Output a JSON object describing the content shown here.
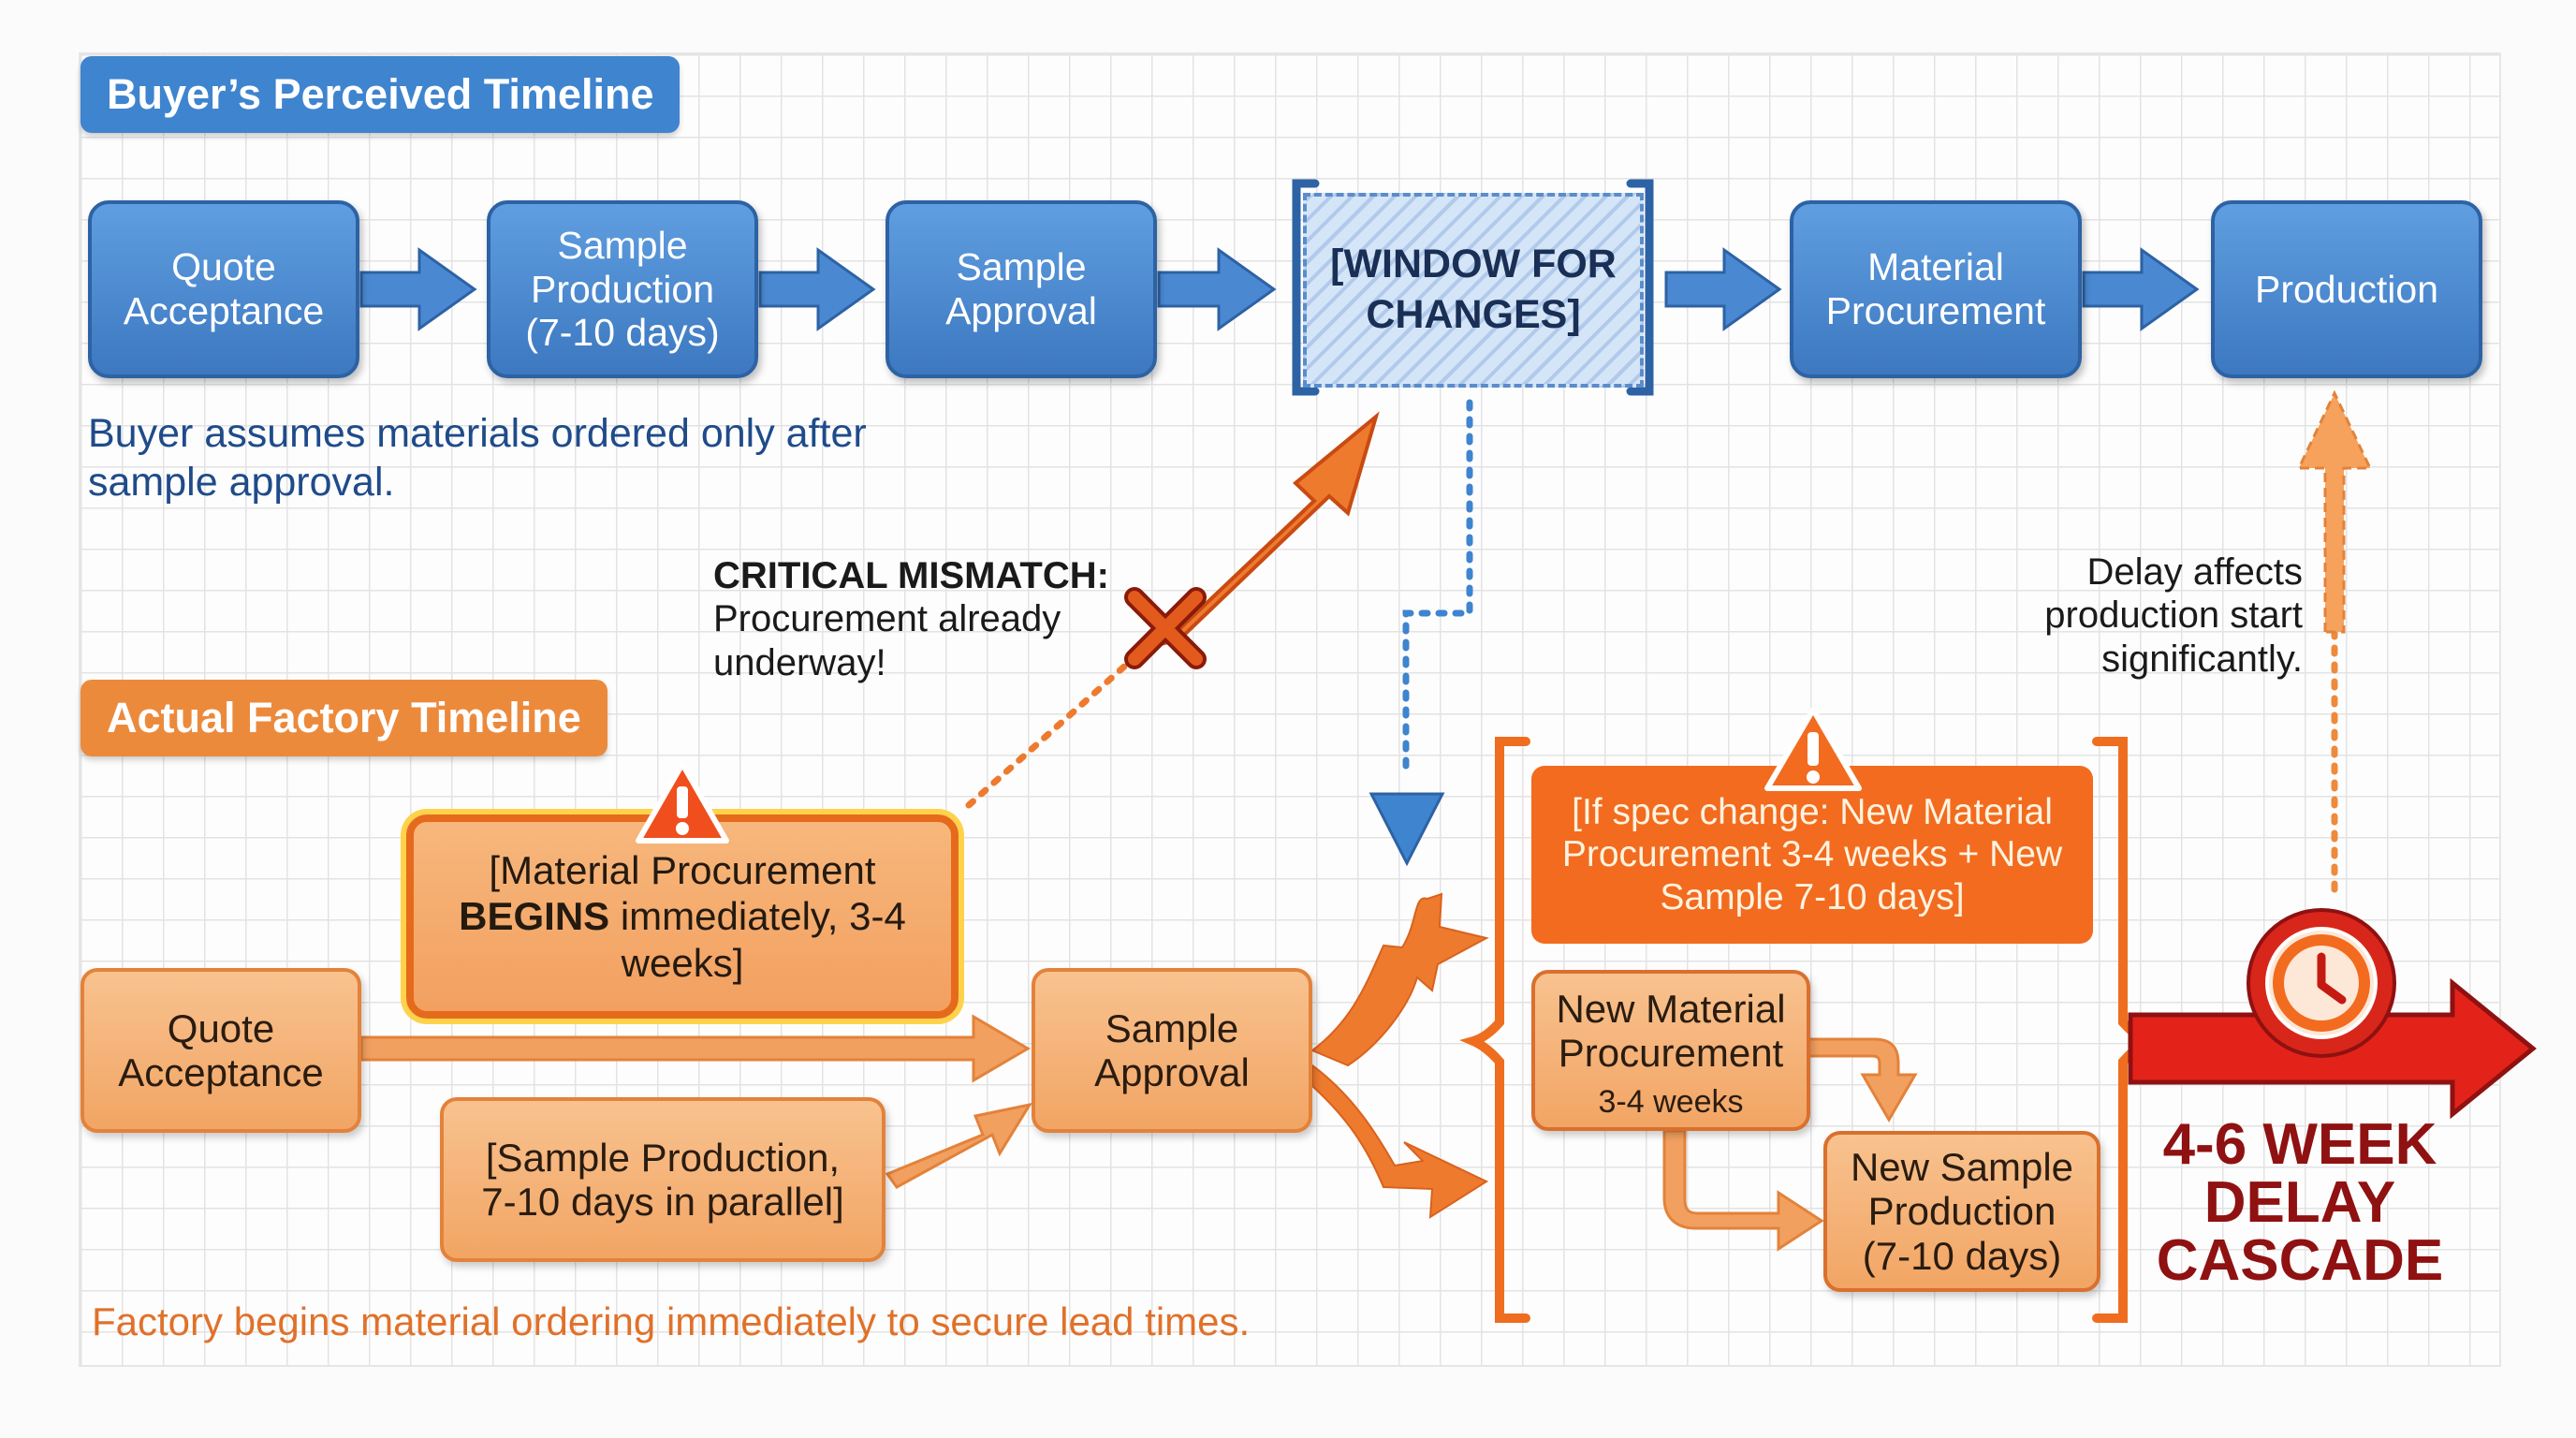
{
  "colors": {
    "buyer_blue": "#3f84cf",
    "factory_orange": "#ec8a3c",
    "alert_orange": "#f26b1f",
    "delay_red": "#c41a12",
    "note_blue": "#1f4b8a"
  },
  "buyer": {
    "title": "Buyer’s Perceived Timeline",
    "steps": [
      {
        "label": "Quote Acceptance"
      },
      {
        "label": "Sample Production (7-10 days)"
      },
      {
        "label": "Sample Approval"
      },
      {
        "label": "[WINDOW FOR CHANGES]"
      },
      {
        "label": "Material Procurement"
      },
      {
        "label": "Production"
      }
    ],
    "note": "Buyer assumes materials ordered only after sample approval."
  },
  "mismatch": {
    "title": "CRITICAL MISMATCH:",
    "text": "Procurement already underway!"
  },
  "factory": {
    "title": "Actual Factory Timeline",
    "quote": "Quote Acceptance",
    "material_prefix": "[Material Procurement",
    "material_bold": "BEGINS",
    "material_suffix": "immediately, 3-4 weeks]",
    "sample_parallel": "[Sample Production, 7-10 days in parallel]",
    "sample_approval": "Sample Approval",
    "note": "Factory begins material ordering immediately to secure lead times."
  },
  "spec_change": {
    "warning": "[If spec change: New Material Procurement 3-4 weeks + New Sample 7-10 days]",
    "new_material": "New Material Procurement",
    "new_material_duration": "3-4 weeks",
    "new_sample": "New Sample Production (7-10 days)"
  },
  "delay": {
    "note": "Delay affects production start significantly.",
    "label": "4-6 WEEK DELAY CASCADE"
  },
  "icons": [
    "warning-icon",
    "clock-icon",
    "x-mark-icon"
  ]
}
